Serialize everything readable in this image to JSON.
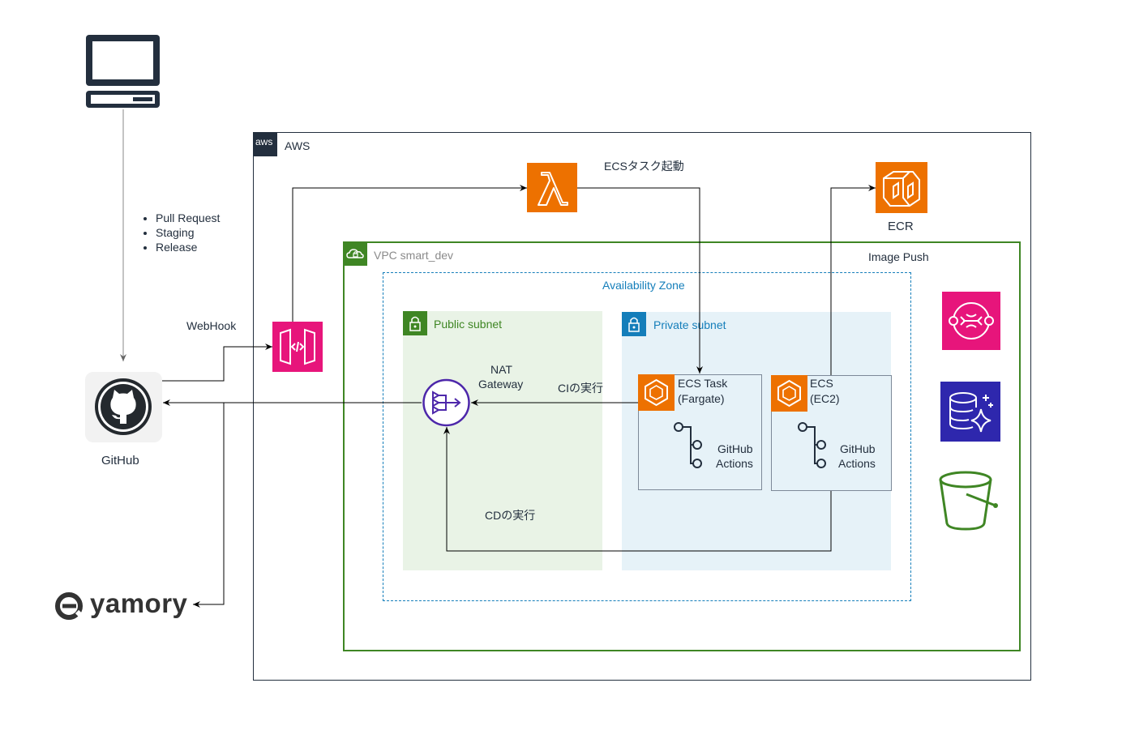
{
  "aws": {
    "badge": "aws",
    "label": "AWS"
  },
  "vpc": {
    "label": "VPC smart_dev"
  },
  "az": {
    "label": "Availability Zone"
  },
  "public_subnet": {
    "label": "Public subnet"
  },
  "private_subnet": {
    "label": "Private subnet"
  },
  "trigger_events": [
    "Pull Request",
    "Staging",
    "Release"
  ],
  "labels": {
    "webhook": "WebHook",
    "ecs_task_start": "ECSタスク起動",
    "image_push": "Image Push",
    "ci_run": "CIの実行",
    "cd_run": "CDの実行",
    "github": "GitHub",
    "ecr": "ECR",
    "yamory": "yamory",
    "nat_line1": "NAT",
    "nat_line2": "Gateway",
    "ecs_task_line1": "ECS Task",
    "ecs_task_line2": "(Fargate)",
    "ecs_ec2_line1": "ECS",
    "ecs_ec2_line2": "(EC2)",
    "gha1_line1": "GitHub",
    "gha1_line2": "Actions",
    "gha2_line1": "GitHub",
    "gha2_line2": "Actions"
  },
  "icons": {
    "computer": "computer-icon",
    "github": "github-icon",
    "api_gateway": "api-gateway-icon",
    "lambda": "lambda-icon",
    "ecr": "ecr-icon",
    "nat": "nat-gateway-icon",
    "ecs": "ecs-icon",
    "sqs": "sqs-icon",
    "aurora": "aurora-icon",
    "s3": "s3-bucket-icon"
  },
  "colors": {
    "vpc": "#3f8624",
    "az": "#147eba",
    "public_subnet_bg": "#e9f3e6",
    "private_subnet_bg": "#e6f2f8",
    "lambda": "#ed7100",
    "api_gateway": "#e7157b",
    "sqs": "#e7157b",
    "aurora": "#2e27ad",
    "nat": "#4d27aa",
    "s3": "#3f8624"
  }
}
